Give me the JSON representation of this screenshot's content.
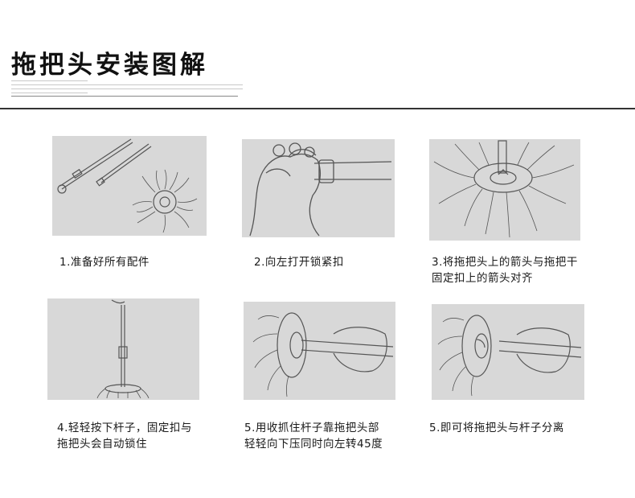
{
  "title": "拖把头安装图解",
  "steps": [
    {
      "caption": "1.准备好所有配件"
    },
    {
      "caption": "2.向左打开锁紧扣"
    },
    {
      "caption": "3.将拖把头上的箭头与拖把干\n固定扣上的箭头对齐"
    },
    {
      "caption": "4.轻轻按下杆子，固定扣与\n拖把头会自动锁住"
    },
    {
      "caption": "5.用收抓住杆子靠拖把头部\n轻轻向下压同时向左转45度"
    },
    {
      "caption": "5.即可将拖把头与杆子分离"
    }
  ],
  "colors": {
    "panel_bg": "#d8d8d8",
    "line": "#555555",
    "divider": "#333333"
  }
}
